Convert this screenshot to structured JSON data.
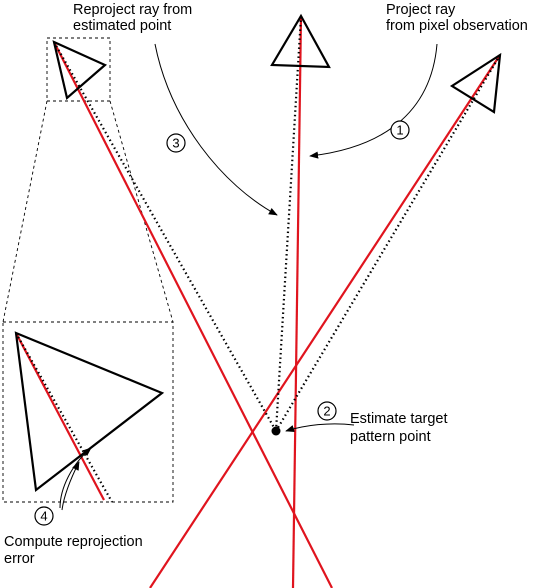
{
  "labels": {
    "reproject_line1": "Reproject ray from",
    "reproject_line2": "estimated point",
    "project_line1": "Project ray",
    "project_line2": "from pixel observation",
    "estimate_line1": "Estimate target",
    "estimate_line2": "pattern point",
    "compute_line1": "Compute reprojection",
    "compute_line2": "error"
  },
  "steps": {
    "one": "1",
    "two": "2",
    "three": "3",
    "four": "4"
  },
  "colors": {
    "projected_ray": "#e0141e",
    "reprojected_ray": "#000000",
    "background": "#ffffff"
  }
}
